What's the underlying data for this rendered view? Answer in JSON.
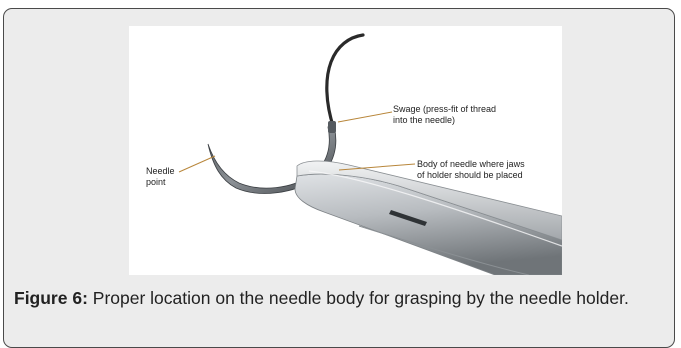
{
  "figure": {
    "callouts": {
      "swage_line1": "Swage (press-fit of thread",
      "swage_line2": "into the needle)",
      "body_line1": "Body of needle where jaws",
      "body_line2": "of holder should be placed",
      "point_line1": "Needle",
      "point_line2": "point"
    },
    "caption": {
      "label": "Figure 6:",
      "text": " Proper location on the needle body for grasping by the needle holder."
    }
  },
  "colors": {
    "card_background": "#ececec",
    "card_border": "#4a4a4a",
    "leader_line": "#b8863a",
    "thread": "#2a2a2a",
    "needle_steel": "#6d7277",
    "holder_steel": "#a9adb1"
  }
}
